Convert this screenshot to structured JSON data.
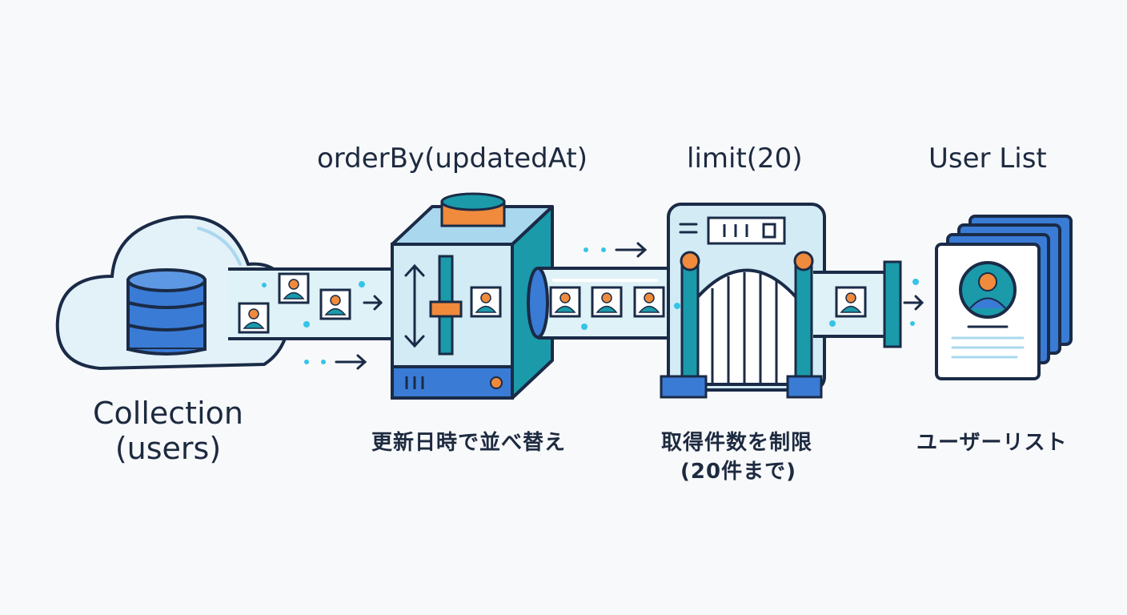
{
  "collection": {
    "line1": "Collection",
    "line2": "(users)",
    "icon": "database-icon"
  },
  "order_step": {
    "title": "orderBy(updatedAt)",
    "caption": "更新日時で並べ替え",
    "icon": "sort-machine-icon"
  },
  "limit_step": {
    "title": "limit(20)",
    "caption_line1": "取得件数を制限",
    "caption_line2": "(20件まで)",
    "counter": "1110",
    "icon": "gate-icon"
  },
  "result": {
    "title": "User List",
    "caption": "ユーザーリスト",
    "icon": "user-cards-icon"
  },
  "colors": {
    "outline": "#1a2b47",
    "blue": "#3a7bd5",
    "teal": "#1b9aaa",
    "orange": "#f08a3c",
    "pipe": "#dff2f7",
    "dot": "#35c4e8",
    "background": "#f8f9fa"
  }
}
